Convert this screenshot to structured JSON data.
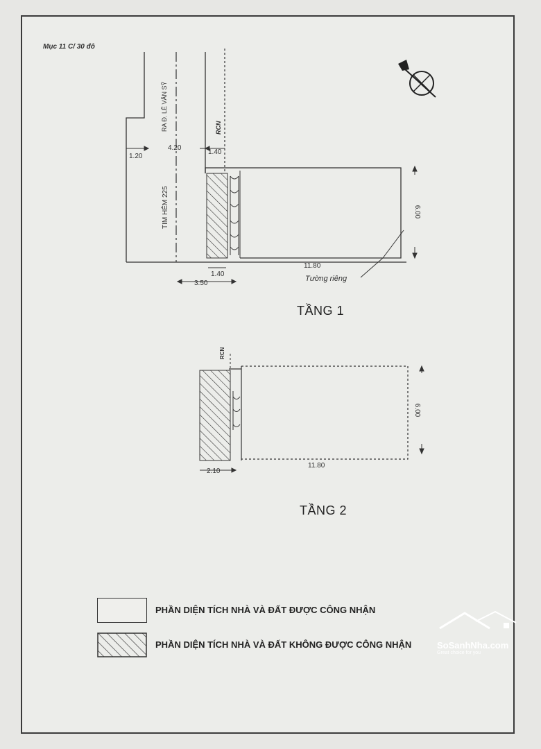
{
  "header": {
    "ref": "Mục 11 C/ 30 đô"
  },
  "plan": {
    "road_label": "RA Đ. LÊ VĂN SỸ",
    "alley_label": "TIM HẺM 225",
    "rcn_label": "RCN",
    "floor1": {
      "title": "TẦNG 1",
      "dims": {
        "offset_left": "1.20",
        "alley_width": "4.20",
        "rcn_width_top": "1.40",
        "rcn_width_bottom": "1.40",
        "depth_total": "3.50",
        "length": "11.80",
        "width": "6.00"
      },
      "wall_note": "Tường riêng"
    },
    "floor2": {
      "title": "TẦNG 2",
      "rcn_label": "RCN",
      "dims": {
        "setback": "2.10",
        "length": "11.80",
        "width": "6.00"
      }
    }
  },
  "legend": {
    "recognized": "PHẦN DIỆN TÍCH  NHÀ VÀ ĐẤT ĐƯỢC CÔNG NHẬN",
    "not_recognized": "PHẦN DIỆN TÍCH  NHÀ VÀ ĐẤT KHÔNG ĐƯỢC CÔNG NHẬN"
  },
  "watermark": {
    "brand": "SoSanhNha.com",
    "tagline": "Great choice for you"
  },
  "icons": {
    "north": "north-arrow-icon",
    "logo": "house-logo-icon"
  }
}
